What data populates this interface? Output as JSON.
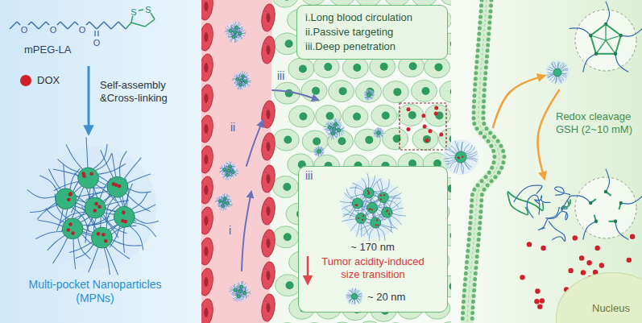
{
  "diagram": {
    "nodes": [
      {
        "text": [
          "i.Long blood circulation",
          "ii.Passive targeting",
          "iii.Deep penetration"
        ]
      },
      {
        "text": [
          "iii",
          "~ 170 nm",
          "Tumor acidity-induced size transition",
          "~ 20 nm"
        ]
      },
      {
        "text": [
          "Nucleus"
        ]
      }
    ],
    "labels": [
      "O",
      "O",
      "O",
      "O",
      "S",
      "S",
      "mPEG-LA",
      "DOX",
      "Self-assembly &Cross-linking",
      "Multi-pocket Nanoparticles (MPNs)",
      "ii",
      "i",
      "iii",
      "Redox cleavage GSH (2~10 mM)"
    ]
  }
}
